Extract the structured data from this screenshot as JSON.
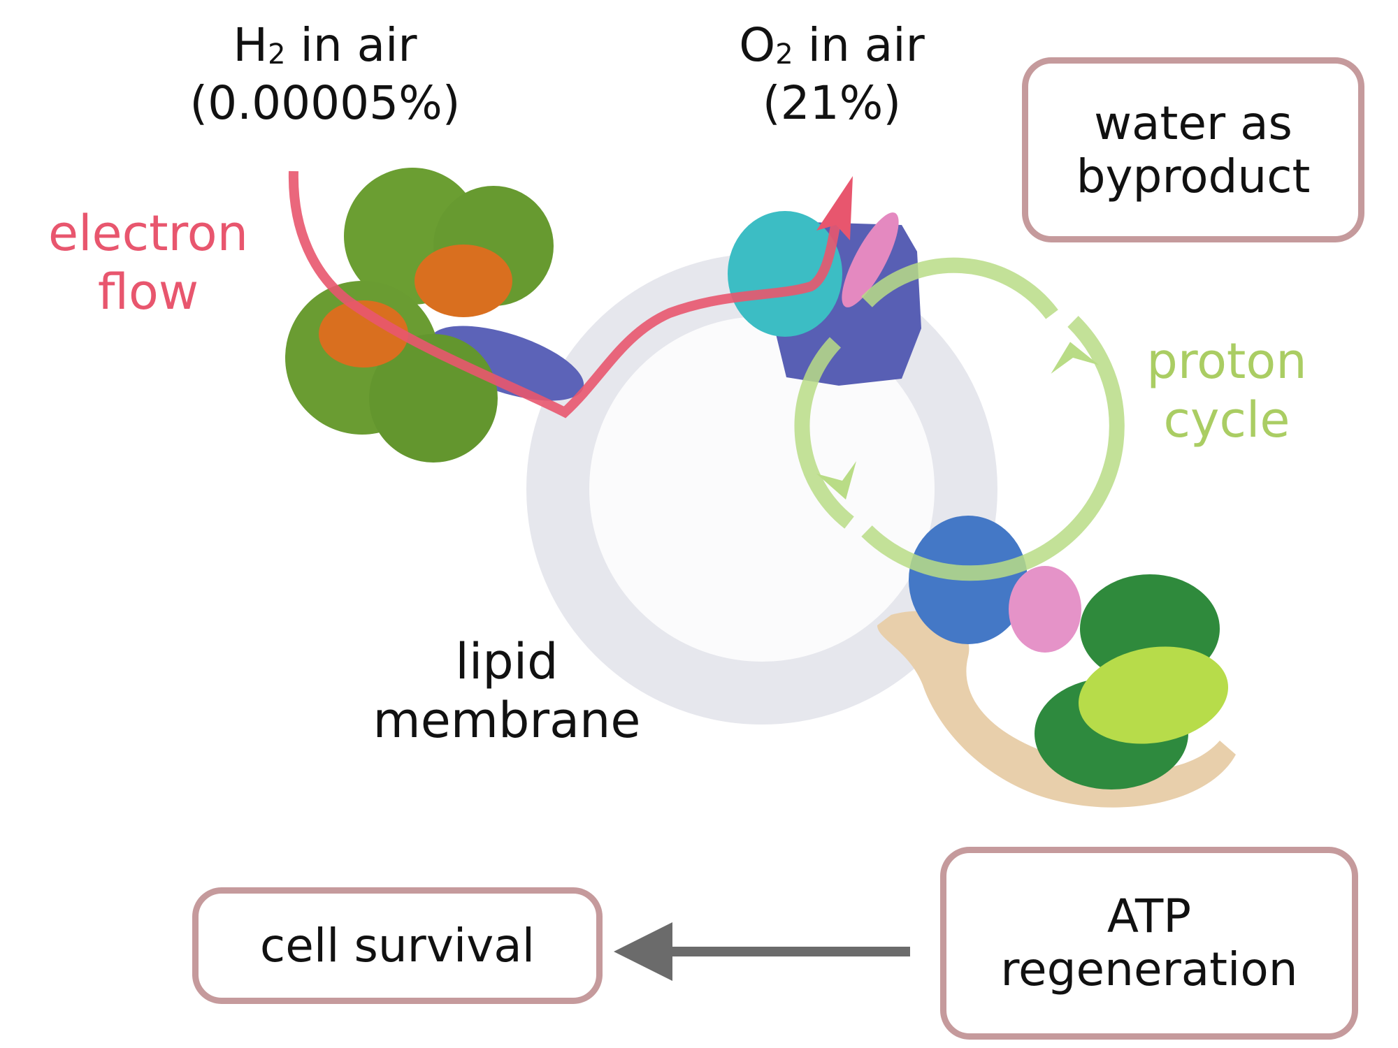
{
  "h2_label": {
    "species": "H",
    "subscript": "2",
    "suffix": " in air",
    "amount": "(0.00005%)"
  },
  "o2_label": {
    "species": "O",
    "subscript": "2",
    "suffix": " in air",
    "amount": "(21%)"
  },
  "electron_flow": {
    "line1": "electron",
    "line2": "flow"
  },
  "proton_cycle": {
    "line1": "proton",
    "line2": "cycle"
  },
  "membrane": {
    "line1": "lipid",
    "line2": "membrane"
  },
  "water_box": {
    "line1": "water as",
    "line2": "byproduct"
  },
  "atp_box": {
    "line1": "ATP",
    "line2": "regeneration"
  },
  "survival_box": {
    "label": "cell survival"
  },
  "colors": {
    "electron": "#e8566e",
    "proton": "#b9dc86",
    "membrane": "#e6e7ed",
    "box_border": "#c59a9c",
    "arrow": "#6b6b6b"
  }
}
